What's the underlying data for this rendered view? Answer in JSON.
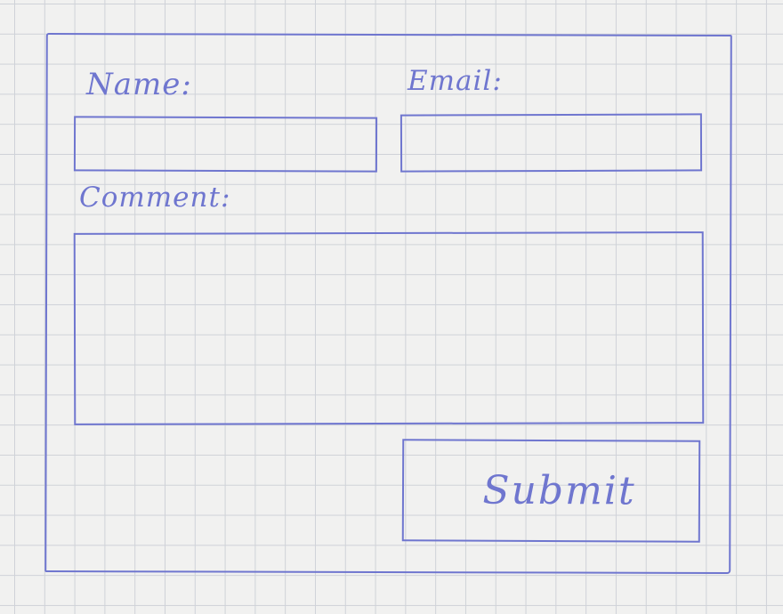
{
  "form": {
    "name_label": "Name:",
    "email_label": "Email:",
    "comment_label": "Comment:",
    "name_value": "",
    "email_value": "",
    "comment_value": "",
    "submit_label": "Submit"
  },
  "colors": {
    "ink": "#6f76cf",
    "paper": "#f1f1f0",
    "grid": "#cfd2d8"
  }
}
